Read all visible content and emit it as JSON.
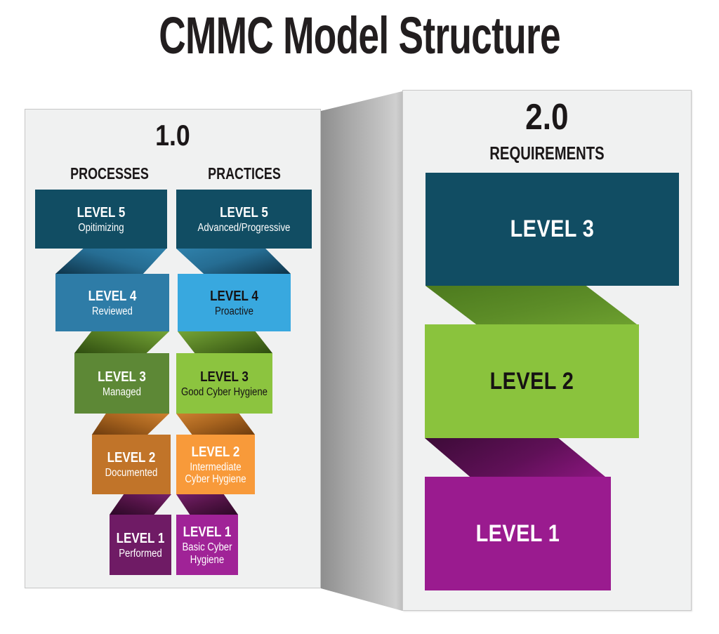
{
  "title": "CMMC Model Structure",
  "panel_v1": {
    "version": "1.0",
    "columns": [
      {
        "header": "PROCESSES",
        "levels": [
          {
            "name": "LEVEL 5",
            "subtitle": "Opitimizing"
          },
          {
            "name": "LEVEL 4",
            "subtitle": "Reviewed"
          },
          {
            "name": "LEVEL 3",
            "subtitle": "Managed"
          },
          {
            "name": "LEVEL 2",
            "subtitle": "Documented"
          },
          {
            "name": "LEVEL 1",
            "subtitle": "Performed"
          }
        ]
      },
      {
        "header": "PRACTICES",
        "levels": [
          {
            "name": "LEVEL 5",
            "subtitle": "Advanced/Progressive"
          },
          {
            "name": "LEVEL 4",
            "subtitle": "Proactive"
          },
          {
            "name": "LEVEL 3",
            "subtitle": "Good Cyber Hygiene"
          },
          {
            "name": "LEVEL 2",
            "subtitle": "Intermediate Cyber Hygiene"
          },
          {
            "name": "LEVEL 1",
            "subtitle": "Basic Cyber Hygiene"
          }
        ]
      }
    ]
  },
  "panel_v2": {
    "version": "2.0",
    "header": "REQUIREMENTS",
    "levels": [
      {
        "name": "LEVEL 3"
      },
      {
        "name": "LEVEL 2"
      },
      {
        "name": "LEVEL 1"
      }
    ]
  },
  "colors": {
    "teal": "#114d63",
    "steel_blue": "#2e7ca7",
    "bright_blue": "#38a8df",
    "olive_green": "#5d8836",
    "bright_green": "#8cc43f",
    "brown_orange": "#c17429",
    "bright_orange": "#f89a3a",
    "dark_purple": "#6f1b65",
    "magenta": "#a02397",
    "v2_green": "#8ac33d",
    "v2_magenta": "#9a1b8f",
    "panel_background": "#f0f1f1"
  }
}
